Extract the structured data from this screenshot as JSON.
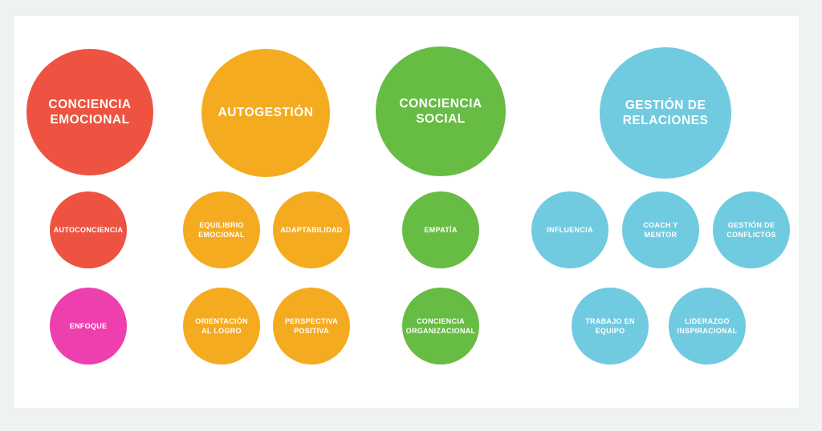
{
  "canvas": {
    "page_background": "#eef3f2",
    "panel_background": "#ffffff",
    "text_color": "#ffffff"
  },
  "groups": [
    {
      "id": "conciencia-emocional",
      "main": {
        "label": "CONCIENCIA\nEMOCIONAL",
        "color": "#ed5340"
      },
      "subs": [
        {
          "label": "AUTOCONCIENCIA",
          "color": "#ed5340"
        },
        {
          "label": "ENFOQUE",
          "color": "#ee3fae"
        }
      ]
    },
    {
      "id": "autogestion",
      "main": {
        "label": "AUTOGESTIÓN",
        "color": "#f5ab20"
      },
      "subs": [
        {
          "label": "EQUILIBRIO\nEMOCIONAL",
          "color": "#f5ab20"
        },
        {
          "label": "ADAPTABILIDAD",
          "color": "#f5ab20"
        },
        {
          "label": "ORIENTACIÓN\nAL LOGRO",
          "color": "#f5ab20"
        },
        {
          "label": "PERSPECTIVA\nPOSITIVA",
          "color": "#f5ab20"
        }
      ]
    },
    {
      "id": "conciencia-social",
      "main": {
        "label": "CONCIENCIA\nSOCIAL",
        "color": "#67bc44"
      },
      "subs": [
        {
          "label": "EMPATÍA",
          "color": "#67bc44"
        },
        {
          "label": "CONCIENCIA\nORGANIZACIONAL",
          "color": "#67bc44"
        }
      ]
    },
    {
      "id": "gestion-de-relaciones",
      "main": {
        "label": "GESTIÓN DE\nRELACIONES",
        "color": "#70cbe0"
      },
      "subs": [
        {
          "label": "INFLUENCIA",
          "color": "#70cbe0"
        },
        {
          "label": "COACH Y\nMENTOR",
          "color": "#70cbe0"
        },
        {
          "label": "GESTIÓN DE\nCONFLICTOS",
          "color": "#70cbe0"
        },
        {
          "label": "TRABAJO EN\nEQUIPO",
          "color": "#70cbe0"
        },
        {
          "label": "LIDERAZGO\nINSPIRACIONAL",
          "color": "#70cbe0"
        }
      ]
    }
  ]
}
